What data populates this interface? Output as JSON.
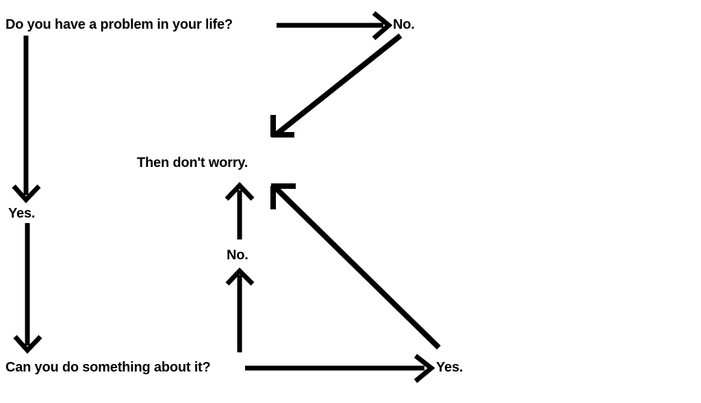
{
  "diagram": {
    "title": "Do you have a problem in your life?",
    "background_color": "#ffffff",
    "stroke_color": "#000000",
    "nodes": [
      {
        "id": "q1",
        "text": "Do you have a problem in your life?"
      },
      {
        "id": "no1",
        "text": "No."
      },
      {
        "id": "done",
        "text": "Then don't worry."
      },
      {
        "id": "q2",
        "text": "Can you do something about it?"
      },
      {
        "id": "yes2",
        "text": "Yes."
      }
    ],
    "edge_labels": [
      {
        "id": "yes1",
        "text": "Yes."
      },
      {
        "id": "no2",
        "text": "No."
      }
    ],
    "edges": [
      {
        "from": "q1",
        "to": "no1",
        "label": "",
        "direction": "right"
      },
      {
        "from": "no1",
        "to": "done",
        "label": "",
        "direction": "down-left"
      },
      {
        "from": "q1",
        "to": "q2",
        "label": "Yes.",
        "direction": "down"
      },
      {
        "from": "q2",
        "to": "done",
        "label": "No.",
        "direction": "up"
      },
      {
        "from": "q2",
        "to": "yes2",
        "label": "",
        "direction": "right"
      },
      {
        "from": "yes2",
        "to": "done",
        "label": "",
        "direction": "up-left"
      }
    ]
  }
}
